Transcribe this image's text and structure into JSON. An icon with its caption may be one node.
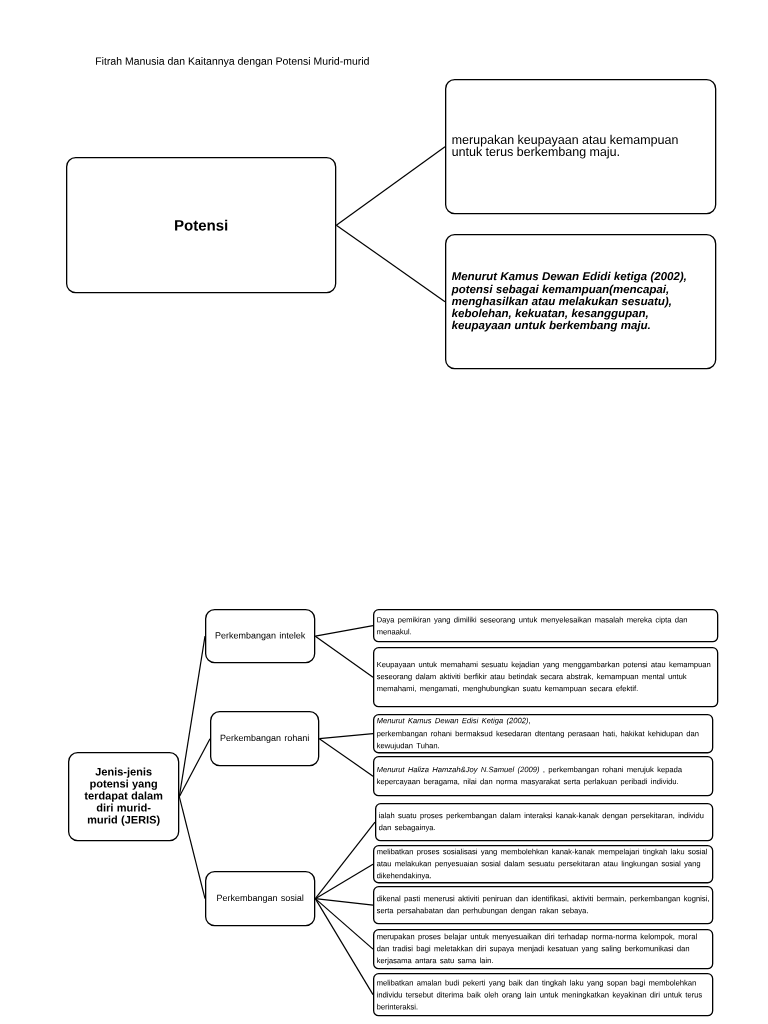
{
  "diagram": {
    "title": "Fitrah Manusia dan Kaitannya dengan Potensi Murid-murid",
    "nodes": [
      {
        "text": [
          "Potensi"
        ]
      },
      {
        "text": [
          "merupakan keupayaan atau kemampuan untuk terus berkembang maju."
        ]
      },
      {
        "text": [
          "Menurut Kamus Dewan Edidi ketiga (2002),",
          "potensi sebagai kemampuan(mencapai, menghasilkan atau melakukan sesuatu), kebolehan, kekuatan, kesanggupan, keupayaan untuk berkembang maju."
        ]
      },
      {
        "text": [
          "Jenis-jenis potensi yang terdapat dalam diri murid-murid (JERIS)"
        ]
      },
      {
        "text": [
          "Perkembangan intelek"
        ]
      },
      {
        "text": [
          "Perkembangan rohani"
        ]
      },
      {
        "text": [
          "Perkembangan sosial"
        ]
      },
      {
        "text": [
          "Daya pemikiran yang dimiliki seseorang untuk menyelesaikan masalah mereka cipta dan menaakul."
        ]
      },
      {
        "text": [
          "Keupayaan untuk memahami sesuatu kejadian yang menggambarkan potensi atau kemampuan seseorang dalam aktiviti berfikir atau betindak secara abstrak, kemampuan mental untuk memahami, mengamati, menghubungkan suatu kemampuan secara efektif."
        ]
      },
      {
        "text": [
          "*Menurut Kamus Dewan Edisi Ketiga (2002)*,",
          "perkembangan rohani bermaksud kesedaran dtentang perasaan hati, hakikat kehidupan dan kewujudan Tuhan."
        ]
      },
      {
        "text": [
          "*Menurut Haliza Hamzah&Joy N.Samuel (2009)* , perkembangan rohani merujuk kepada kepercayaan beragama, nilai dan norma masyarakat serta perlakuan peribadi individu."
        ]
      },
      {
        "text": [
          "ialah suatu proses perkembangan dalam interaksi kanak-kanak dengan persekitaran, individu dan sebagainya."
        ]
      },
      {
        "text": [
          "melibatkan proses sosialisasi yang membolehkan kanak-kanak mempelajari tingkah laku sosial atau melakukan penyesuaian sosial dalam sesuatu persekitaran atau lingkungan sosial yang dikehendakinya."
        ]
      },
      {
        "text": [
          "dikenal pasti menerusi aktiviti peniruan dan identifikasi, aktiviti bermain, perkembangan kognisi, serta persahabatan dan perhubungan dengan rakan sebaya."
        ]
      },
      {
        "text": [
          "merupakan proses belajar untuk menyesuaikan diri terhadap norma-norma kelompok, moral dan tradisi bagi meletakkan diri supaya menjadi kesatuan yang saling berkomunikasi dan kerjasama antara satu sama lain."
        ]
      },
      {
        "text": [
          "melibatkan amalan budi pekerti yang baik dan tingkah laku yang sopan bagi membolehkan individu tersebut diterima baik oleh orang lain untuk meningkatkan keyakinan diri untuk terus berinteraksi."
        ]
      }
    ],
    "edges": [
      {
        "from": 0,
        "to": 1,
        "arrow": "none"
      },
      {
        "from": 0,
        "to": 2,
        "arrow": "none"
      },
      {
        "from": 3,
        "to": 4,
        "arrow": "none"
      },
      {
        "from": 3,
        "to": 5,
        "arrow": "none"
      },
      {
        "from": 3,
        "to": 6,
        "arrow": "none"
      },
      {
        "from": 4,
        "to": 7,
        "arrow": "none"
      },
      {
        "from": 4,
        "to": 8,
        "arrow": "none"
      },
      {
        "from": 5,
        "to": 9,
        "arrow": "none"
      },
      {
        "from": 5,
        "to": 10,
        "arrow": "none"
      },
      {
        "from": 6,
        "to": 11,
        "arrow": "none"
      },
      {
        "from": 6,
        "to": 12,
        "arrow": "none"
      },
      {
        "from": 6,
        "to": 13,
        "arrow": "none"
      },
      {
        "from": 6,
        "to": 14,
        "arrow": "none"
      },
      {
        "from": 6,
        "to": 15,
        "arrow": "none"
      }
    ]
  }
}
